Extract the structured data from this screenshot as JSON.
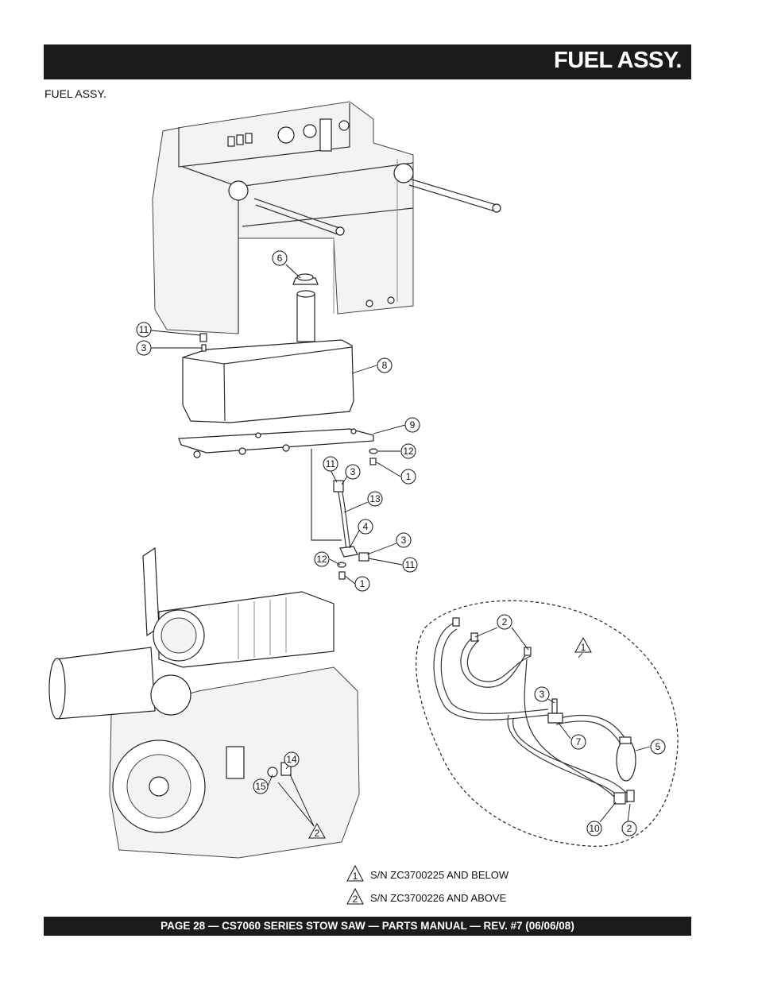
{
  "header": {
    "title": "FUEL ASSY."
  },
  "section_label": "FUEL ASSY.",
  "callouts": {
    "c6": "6",
    "c11a": "11",
    "c3a": "3",
    "c8": "8",
    "c9": "9",
    "c12a": "12",
    "c1a": "1",
    "c11b": "11",
    "c3b": "3",
    "c13": "13",
    "c4": "4",
    "c3c": "3",
    "c12b": "12",
    "c11c": "11",
    "c1b": "1",
    "c14": "14",
    "c15": "15",
    "d2a": "2",
    "d3": "3",
    "d7": "7",
    "d5": "5",
    "d10": "10",
    "d2b": "2"
  },
  "triangles": {
    "t1": "1",
    "t2": "2",
    "n1": "1",
    "n2": "2"
  },
  "notes": [
    {
      "marker": "1",
      "text": "S/N ZC3700225 AND BELOW"
    },
    {
      "marker": "2",
      "text": "S/N ZC3700226 AND ABOVE"
    }
  ],
  "footer": {
    "text": "PAGE 28 — CS7060 SERIES STOW SAW — PARTS MANUAL — REV. #7 (06/06/08)"
  }
}
